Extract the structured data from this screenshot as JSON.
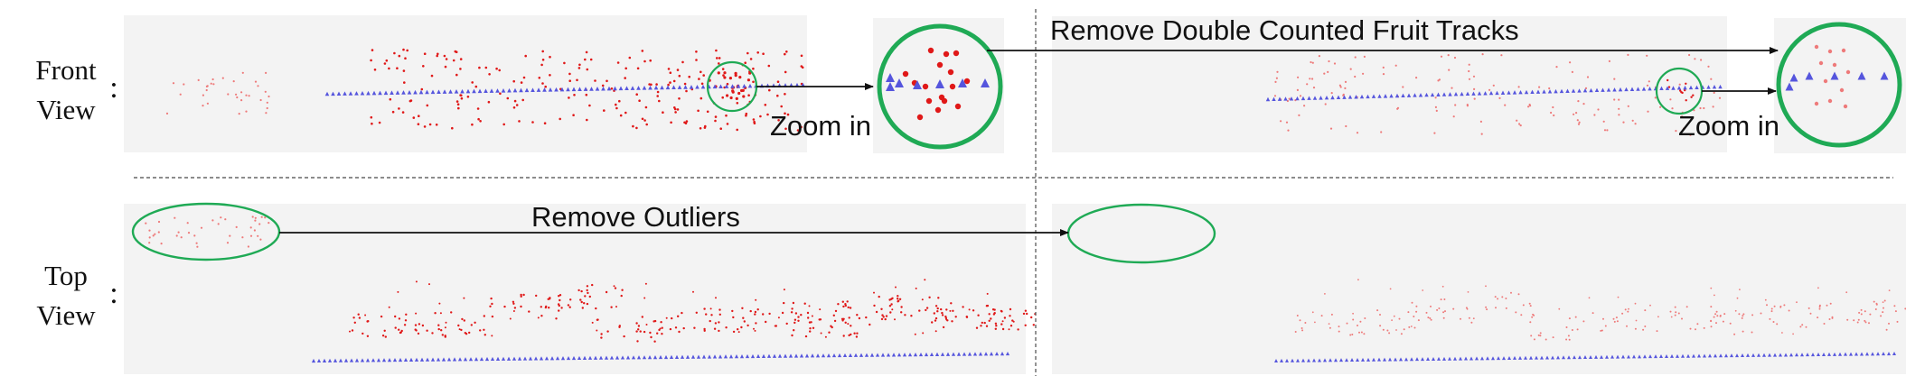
{
  "rows": {
    "front": {
      "label_line1": "Front",
      "label_line2": "View",
      "colon": ":"
    },
    "top": {
      "label_line1": "Top",
      "label_line2": "View",
      "colon": ":"
    }
  },
  "annotations": {
    "remove_double": "Remove Double Counted Fruit Tracks",
    "zoom_in_left": "Zoom in",
    "zoom_in_right": "Zoom in",
    "remove_outliers": "Remove Outliers"
  },
  "colors": {
    "panel_bg": "#f3f3f3",
    "fruit_point": "#e01818",
    "fruit_point_faint": "#ee7a7a",
    "camera_marker": "#5555dd",
    "highlight_ring": "#1faa55",
    "arrow": "#111111",
    "divider": "#666666"
  }
}
